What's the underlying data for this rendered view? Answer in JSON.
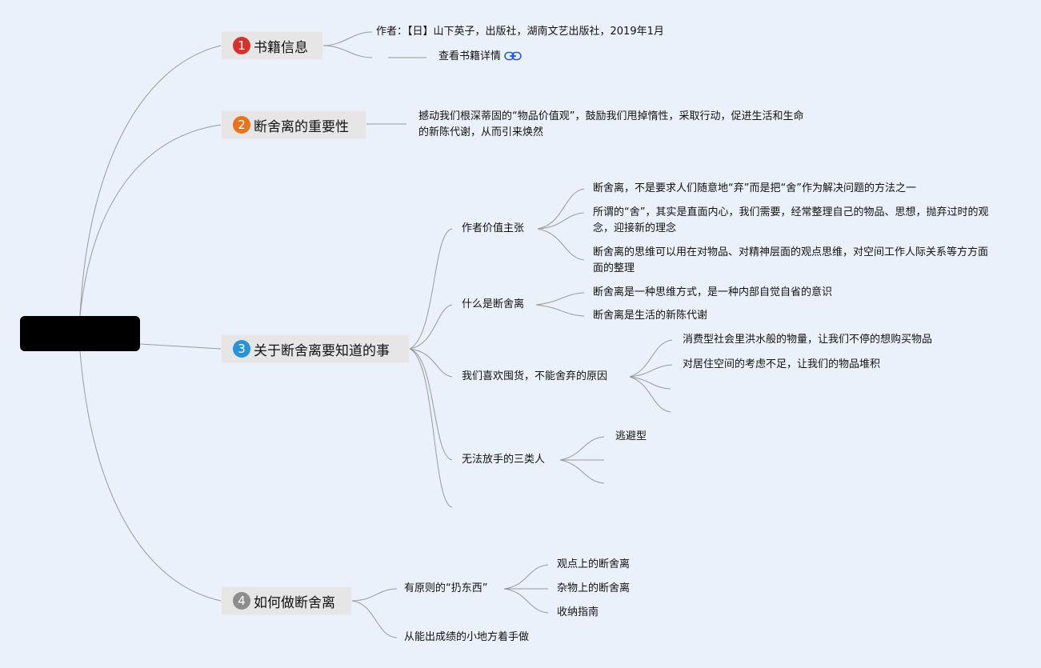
{
  "mindmap": {
    "root": {
      "label": ""
    },
    "branches": [
      {
        "number": "1",
        "color": "#d4322b",
        "label": "书籍信息",
        "children": [
          {
            "label": "作者：【日】山下英子，出版社，湖南文艺出版社，2019年1月"
          },
          {
            "label": "查看书籍详情",
            "icon": "link-icon"
          }
        ]
      },
      {
        "number": "2",
        "color": "#e8731f",
        "label": "断舍离的重要性",
        "children": [
          {
            "label": "撼动我们根深蒂固的“物品价值观”，鼓励我们甩掉惰性，采取行动，促进生活和生命的新陈代谢，从而引来焕然"
          }
        ]
      },
      {
        "number": "3",
        "color": "#2595d8",
        "label": "关于断舍离要知道的事",
        "children": [
          {
            "label": "作者价值主张",
            "children": [
              "断舍离，不是要求人们随意地“弃”而是把“舍”作为解决问题的方法之一",
              "所谓的“舍”，其实是直面内心，我们需要，经常整理自己的物品、思想，抛弃过时的观念，迎接新的理念",
              "断舍离的思维可以用在对物品、对精神层面的观点思维，对空间工作人际关系等方方面面的整理"
            ]
          },
          {
            "label": "什么是断舍离",
            "children": [
              "断舍离是一种思维方式，是一种内部自觉自省的意识",
              "断舍离是生活的新陈代谢"
            ]
          },
          {
            "label": "我们喜欢囤货，不能舍弃的原因",
            "children": [
              "消费型社会里洪水般的物量，让我们不停的想购买物品",
              "对居住空间的考虑不足，让我们的物品堆积",
              "",
              ""
            ]
          },
          {
            "label": "无法放手的三类人",
            "children": [
              "逃避型",
              "",
              ""
            ]
          },
          {
            "label": ""
          }
        ]
      },
      {
        "number": "4",
        "color": "#8d8d8d",
        "label": "如何做断舍离",
        "children": [
          {
            "label": "有原则的“扔东西”",
            "children": [
              "观点上的断舍离",
              "杂物上的断舍离",
              "收纳指南"
            ]
          },
          {
            "label": "从能出成绩的小地方着手做"
          }
        ]
      }
    ]
  }
}
